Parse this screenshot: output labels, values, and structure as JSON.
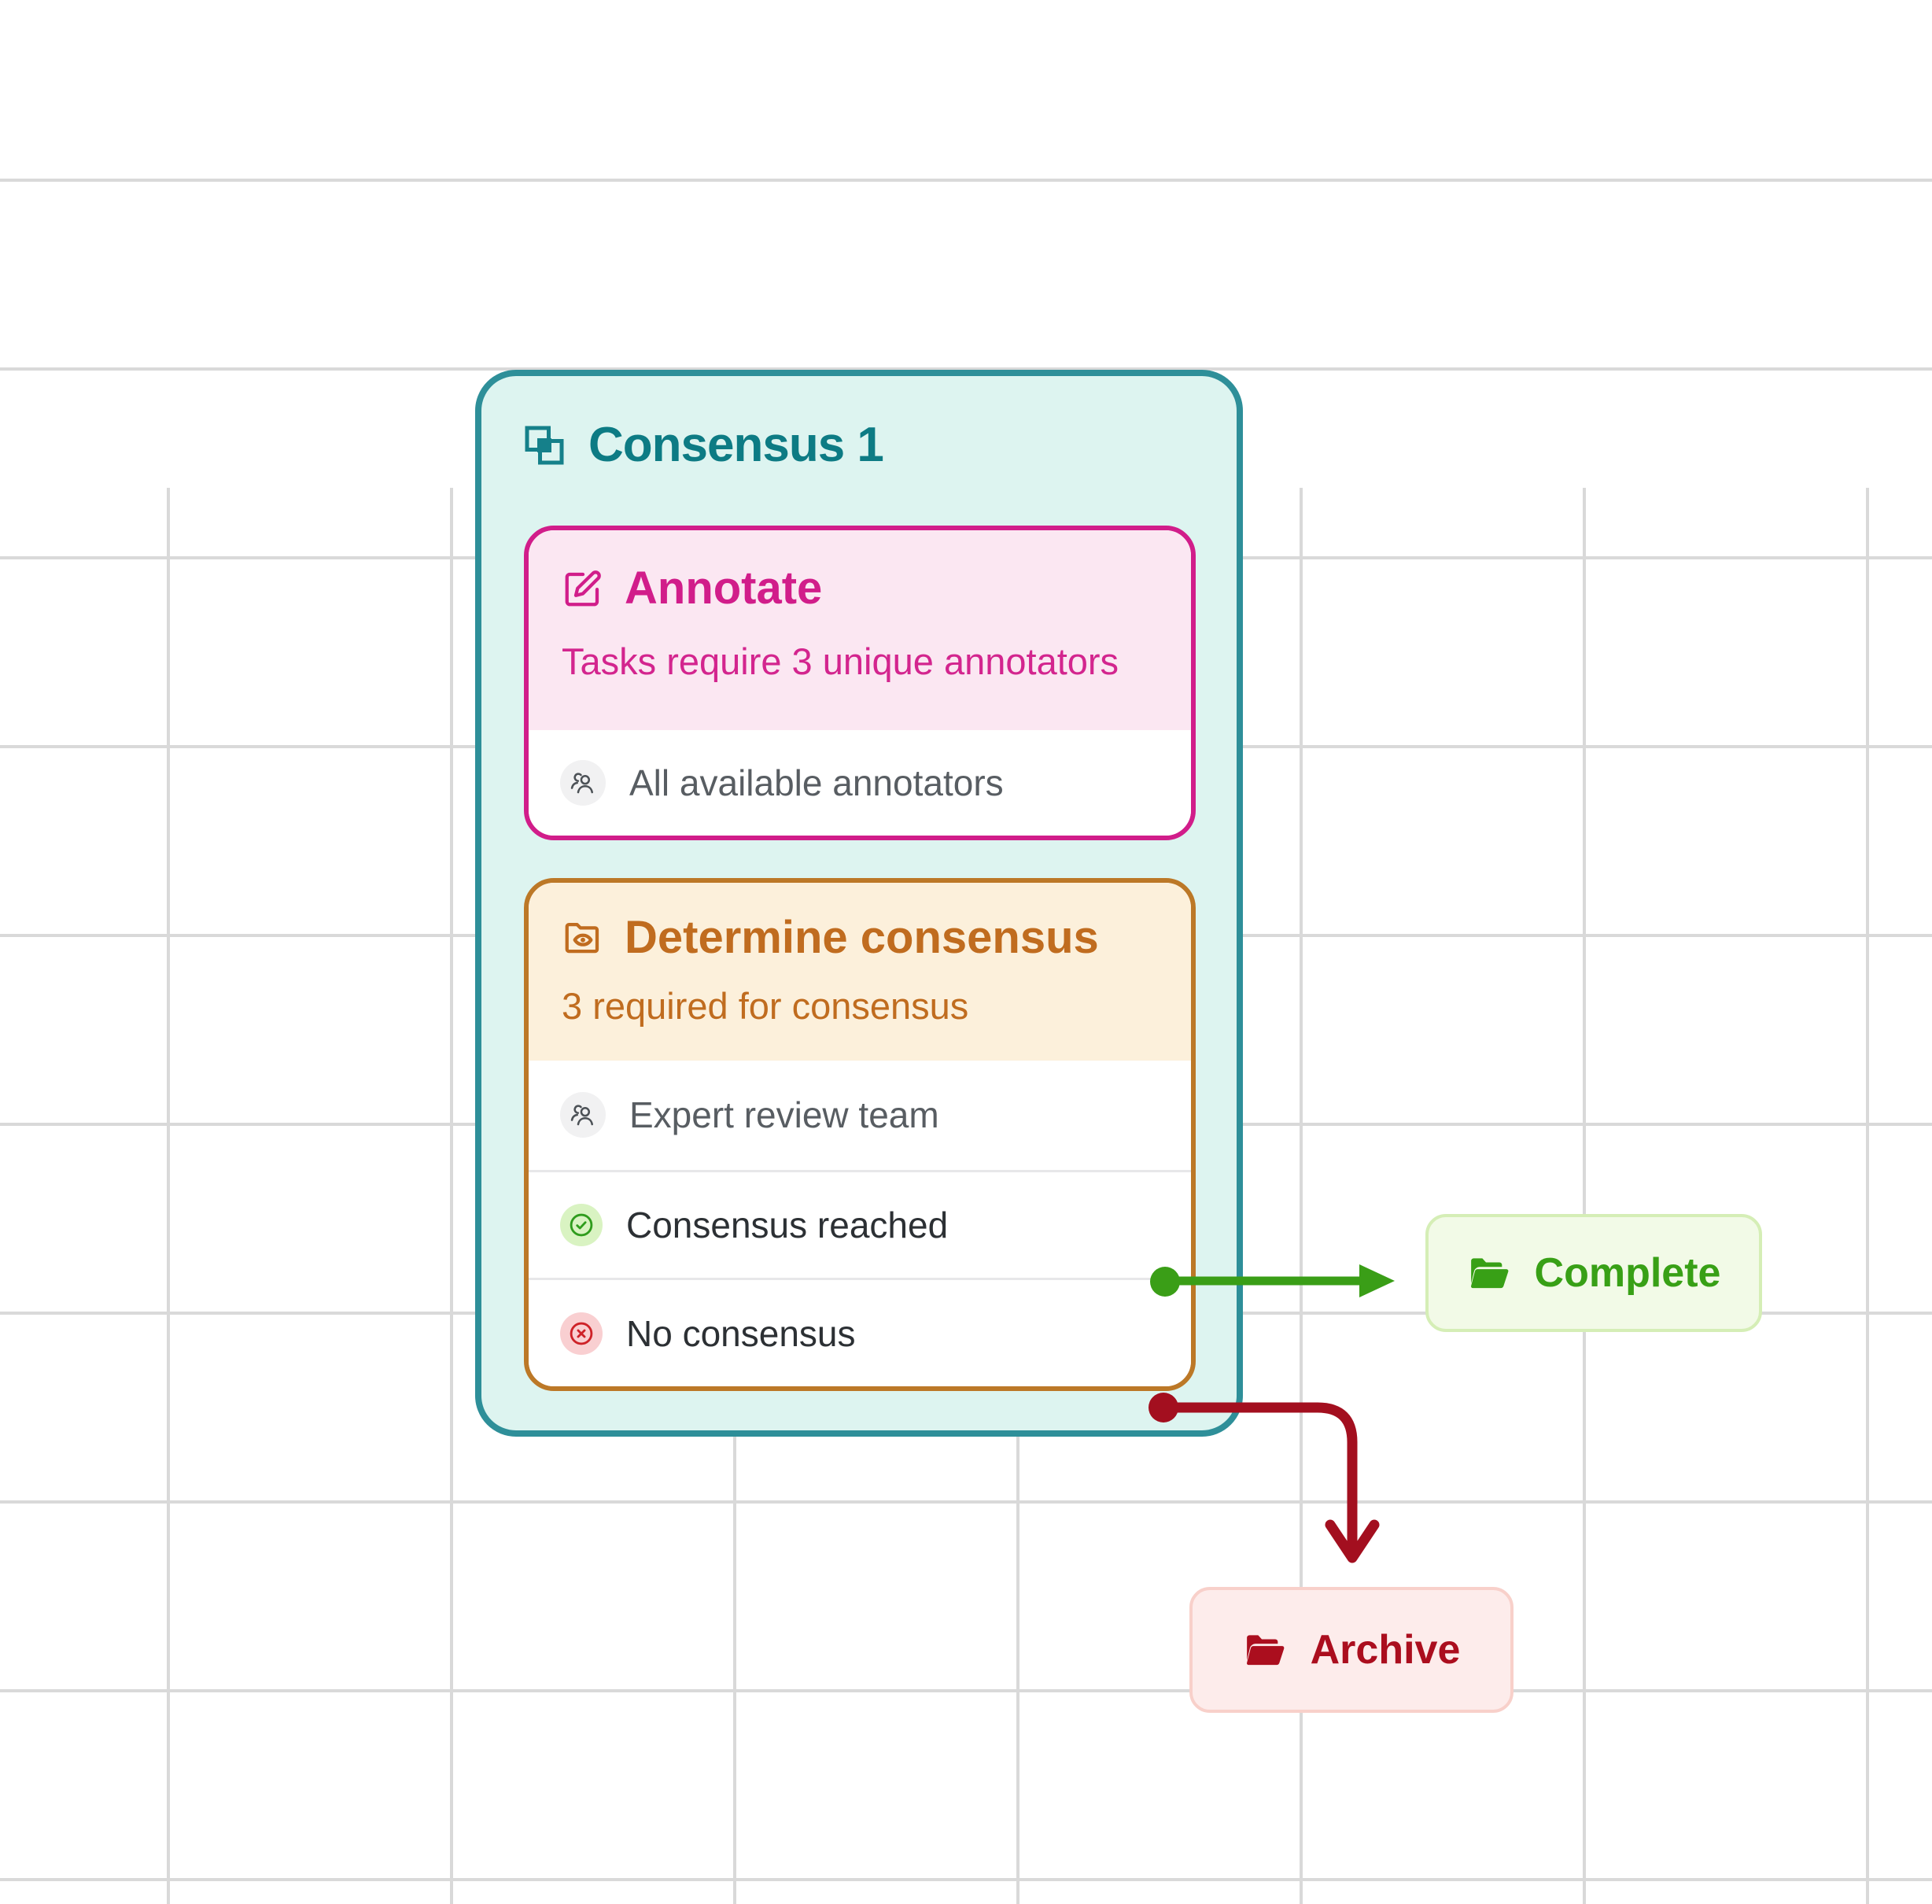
{
  "canvas": {
    "background": "#ffffff",
    "grid_line_color": "#d9d9d9"
  },
  "consensus_node": {
    "title": "Consensus 1",
    "icon": "overlap-squares-icon",
    "border_color": "#2e8f99",
    "background": "#ddf4f0",
    "title_color": "#0d7b84",
    "annotate_card": {
      "title": "Annotate",
      "icon": "pencil-square-icon",
      "subtitle": "Tasks require 3 unique annotators",
      "accent_color": "#d11d8a",
      "header_background": "#fbe7f2",
      "rows": [
        {
          "icon": "people-icon",
          "label": "All available annotators"
        }
      ]
    },
    "determine_card": {
      "title": "Determine consensus",
      "icon": "folder-eye-icon",
      "subtitle": "3 required for consensus",
      "accent_color": "#c06c1f",
      "border_color": "#bc7827",
      "header_background": "#fcf0db",
      "rows": [
        {
          "icon": "people-icon",
          "label": "Expert review team"
        },
        {
          "icon": "check-circle-icon",
          "label": "Consensus reached"
        },
        {
          "icon": "x-circle-icon",
          "label": "No consensus"
        }
      ]
    }
  },
  "connections": [
    {
      "from": "consensus-reached-port",
      "to": "complete-node",
      "color": "#3a9e17",
      "style": "straight-arrow"
    },
    {
      "from": "no-consensus-port",
      "to": "archive-node",
      "color": "#a30f1f",
      "style": "elbow-arrow"
    }
  ],
  "outcome_nodes": {
    "complete": {
      "label": "Complete",
      "icon": "folder-open-icon",
      "color": "#38a016",
      "background": "#f2fae7",
      "border_color": "#d5eeb6"
    },
    "archive": {
      "label": "Archive",
      "icon": "folder-open-icon",
      "color": "#ab0e1e",
      "background": "#fdeceb",
      "border_color": "#f8d0ca"
    }
  }
}
